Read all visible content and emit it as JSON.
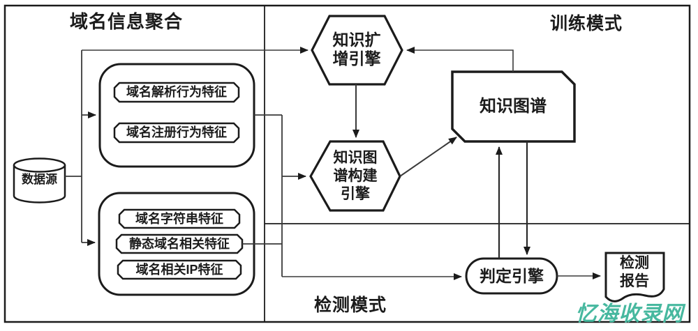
{
  "panels": {
    "aggregation": {
      "title": "域名信息聚合"
    },
    "training": {
      "title": "训练模式"
    },
    "detection": {
      "title": "检测模式"
    }
  },
  "nodes": {
    "data_source": {
      "label": "数据源"
    },
    "behavior_feature_group": {
      "items": [
        "域名解析行为特征",
        "域名注册行为特征"
      ]
    },
    "static_feature_group": {
      "items": [
        "域名字符串特征",
        "静态域名相关特征",
        "域名相关IP特征"
      ]
    },
    "knowledge_expansion_engine": {
      "label": "知识扩增引擎",
      "lines": [
        "知识扩",
        "增引擎"
      ]
    },
    "kg_construction_engine": {
      "label": "知识图谱构建引擎",
      "lines": [
        "知识图",
        "谱构建",
        "引擎"
      ]
    },
    "knowledge_graph": {
      "label": "知识图谱"
    },
    "judgment_engine": {
      "label": "判定引擎"
    },
    "detection_report": {
      "label": "检测报告",
      "lines": [
        "检测",
        "报告"
      ]
    }
  },
  "watermark": {
    "text": "忆海收录网",
    "color": "#47b89f"
  },
  "colors": {
    "ink": "#1b1b1b",
    "line": "#3a3a3a",
    "background": "#ffffff"
  }
}
